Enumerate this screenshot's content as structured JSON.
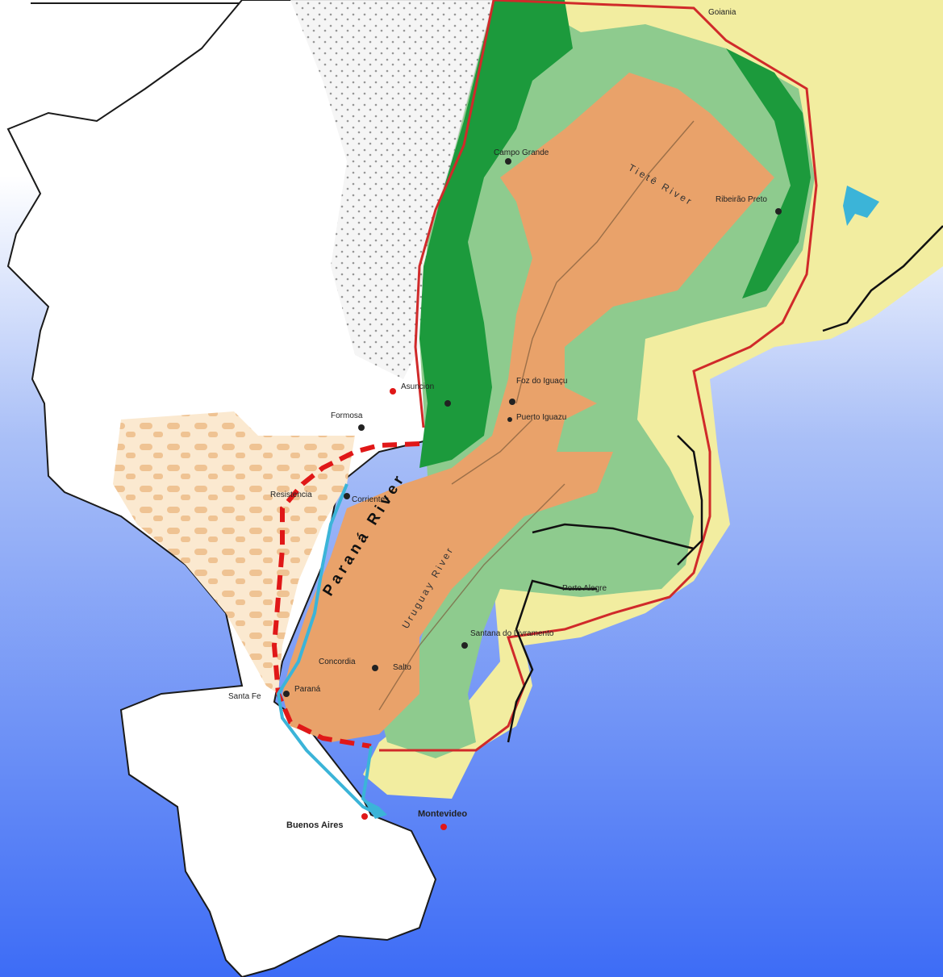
{
  "map": {
    "cities": [
      {
        "id": "goiania",
        "label": "Goiania"
      },
      {
        "id": "campo-grande",
        "label": "Campo Grande"
      },
      {
        "id": "ribeirao-preto",
        "label": "Ribeirão Preto"
      },
      {
        "id": "asuncion",
        "label": "Asuncion"
      },
      {
        "id": "formosa",
        "label": "Formosa"
      },
      {
        "id": "foz-do-iguacu",
        "label": "Foz do Iguaçu"
      },
      {
        "id": "puerto-iguazu",
        "label": "Puerto Iguazu"
      },
      {
        "id": "resistencia",
        "label": "Resistencia"
      },
      {
        "id": "corrientes",
        "label": "Corrientes"
      },
      {
        "id": "porto-alegre",
        "label": "Porto Alegre"
      },
      {
        "id": "santana-livramento",
        "label": "Santana do Livramento"
      },
      {
        "id": "concordia",
        "label": "Concordia"
      },
      {
        "id": "salto",
        "label": "Salto"
      },
      {
        "id": "santa-fe",
        "label": "Santa Fe"
      },
      {
        "id": "parana-city",
        "label": "Paraná"
      },
      {
        "id": "buenos-aires",
        "label": "Buenos Aires"
      },
      {
        "id": "montevideo",
        "label": "Montevideo"
      }
    ],
    "rivers": [
      {
        "id": "parana-river",
        "label": "Paraná River"
      },
      {
        "id": "tiete-river",
        "label": "Tietê River"
      },
      {
        "id": "uruguay-river",
        "label": "Uruguay River"
      }
    ],
    "colors": {
      "background_top": "#ffffff",
      "background_bottom": "#3d6cf6",
      "land": "#ffffff",
      "outer_region": "#f2eda0",
      "forest_light": "#8ecb8e",
      "forest_dark": "#1c9a3c",
      "lowland_orange": "#e9a26a",
      "chaco_pattern": "#f0c898",
      "water": "#3bb4d8",
      "basin_boundary": "#d02a2a",
      "dashed_boundary": "#e01818",
      "country_border": "#111111"
    }
  }
}
